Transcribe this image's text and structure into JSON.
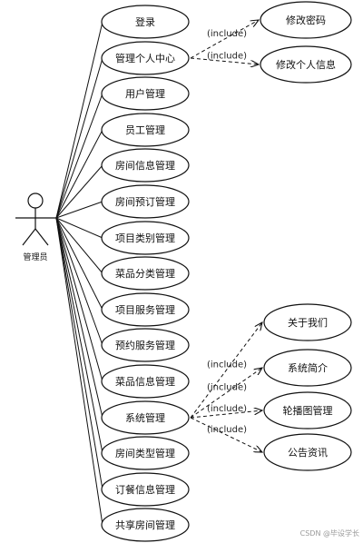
{
  "actor": {
    "label": "管理员"
  },
  "use_cases": [
    {
      "id": "login",
      "label": "登录"
    },
    {
      "id": "personal-center",
      "label": "管理个人中心"
    },
    {
      "id": "user-mgmt",
      "label": "用户管理"
    },
    {
      "id": "staff-mgmt",
      "label": "员工管理"
    },
    {
      "id": "room-info-mgmt",
      "label": "房间信息管理"
    },
    {
      "id": "room-booking-mgmt",
      "label": "房间预订管理"
    },
    {
      "id": "item-category-mgmt",
      "label": "项目类别管理"
    },
    {
      "id": "dish-category-mgmt",
      "label": "菜品分类管理"
    },
    {
      "id": "item-service-mgmt",
      "label": "项目服务管理"
    },
    {
      "id": "booking-service-mgmt",
      "label": "预约服务管理"
    },
    {
      "id": "dish-info-mgmt",
      "label": "菜品信息管理"
    },
    {
      "id": "system-mgmt",
      "label": "系统管理"
    },
    {
      "id": "room-type-mgmt",
      "label": "房间类型管理"
    },
    {
      "id": "order-info-mgmt",
      "label": "订餐信息管理"
    },
    {
      "id": "shared-room-mgmt",
      "label": "共享房间管理"
    }
  ],
  "personal_includes": [
    {
      "id": "change-password",
      "label": "修改密码"
    },
    {
      "id": "edit-profile",
      "label": "修改个人信息"
    }
  ],
  "system_includes": [
    {
      "id": "about-us",
      "label": "关于我们"
    },
    {
      "id": "system-intro",
      "label": "系统简介"
    },
    {
      "id": "carousel-mgmt",
      "label": "轮播图管理"
    },
    {
      "id": "announcement-info",
      "label": "公告资讯"
    }
  ],
  "include_label": "(include)",
  "watermark": "CSDN @毕设学长"
}
